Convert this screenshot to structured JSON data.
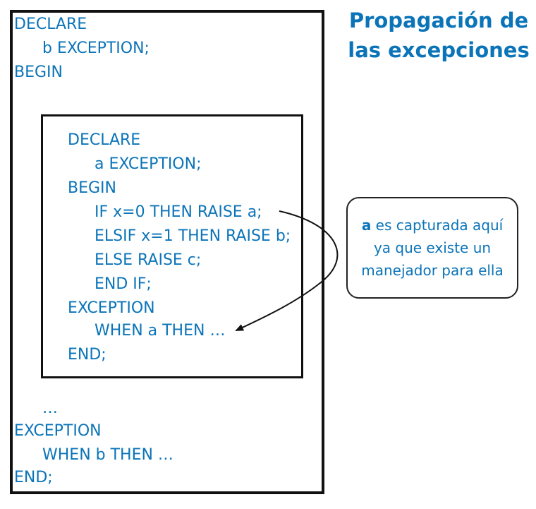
{
  "title": {
    "line1": "Propagación de",
    "line2": "las excepciones"
  },
  "outer_block": {
    "declare": "DECLARE",
    "decl": "b EXCEPTION;",
    "begin": "BEGIN",
    "ellipsis": "…",
    "exception": "EXCEPTION",
    "handler": "WHEN b THEN …",
    "end": "END;"
  },
  "inner_block": {
    "declare": "DECLARE",
    "decl": "a EXCEPTION;",
    "begin": "BEGIN",
    "if_line": "IF x=0 THEN RAISE a;",
    "elsif_line": "ELSIF x=1 THEN RAISE b;",
    "else_line": "ELSE RAISE c;",
    "endif_line": "END IF;",
    "exception": "EXCEPTION",
    "handler": "WHEN a THEN …",
    "end": "END;"
  },
  "note": {
    "bold": "a",
    "line1_rest": " es capturada aquí",
    "line2": "ya que existe un",
    "line3": "manejador para ella"
  },
  "colors": {
    "code": "#0b74b8",
    "border": "#111111"
  }
}
